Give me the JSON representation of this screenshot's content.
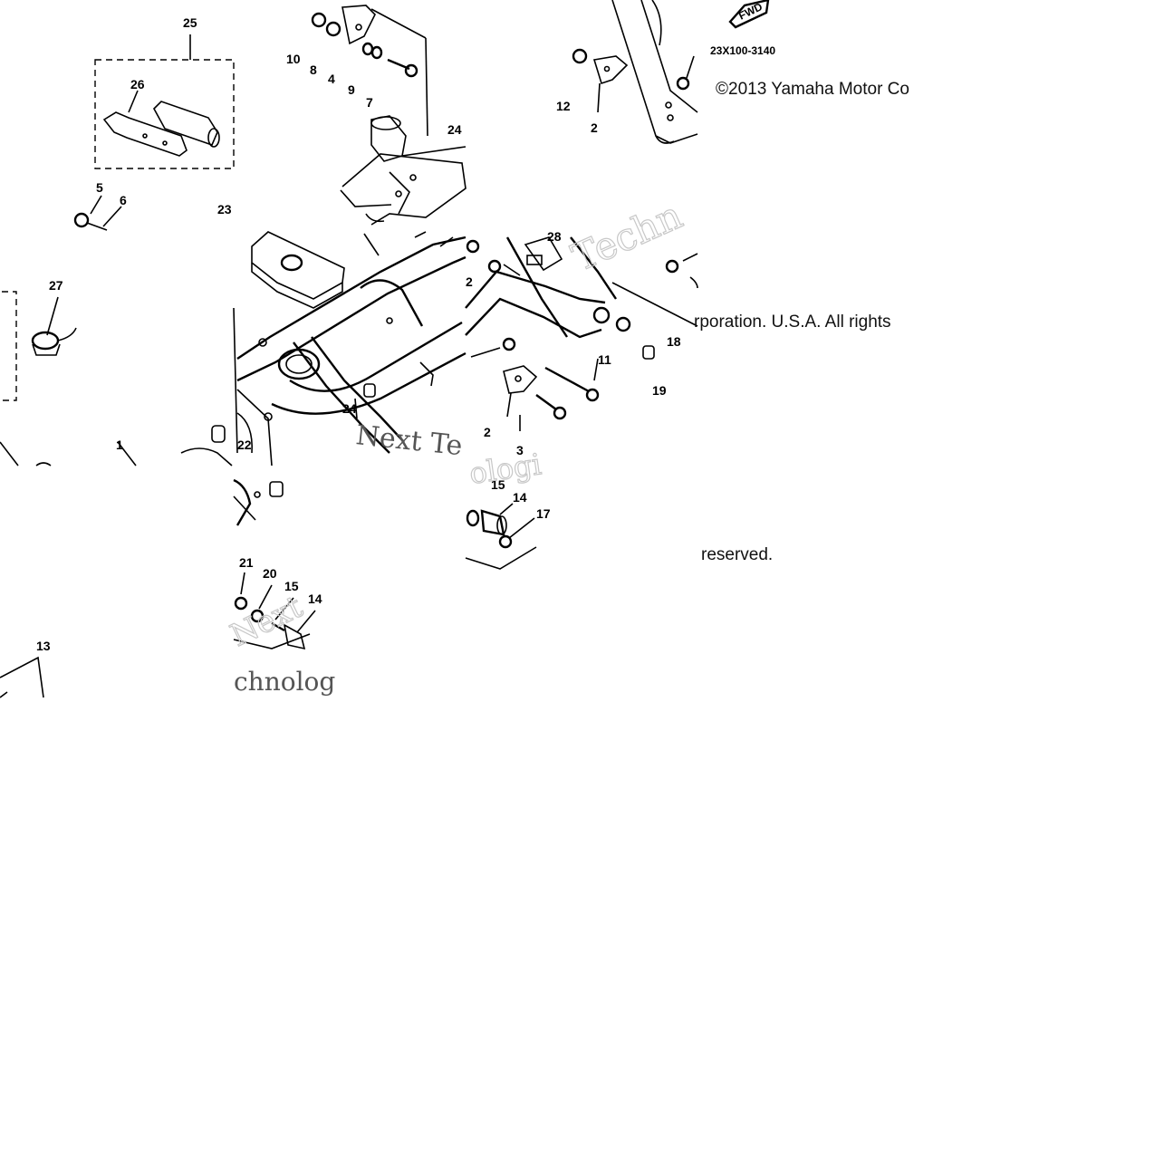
{
  "diagram": {
    "part_code": "23X100-3140",
    "fwd_label": "FWD",
    "callouts": [
      "25",
      "26",
      "5",
      "6",
      "23",
      "27",
      "10",
      "8",
      "4",
      "9",
      "7",
      "24",
      "12",
      "2",
      "22",
      "1",
      "13",
      "21",
      "20",
      "15",
      "14",
      "18",
      "19",
      "11",
      "3",
      "17",
      "28"
    ],
    "copyright": {
      "line1": "©2013 Yamaha Motor Co",
      "line2": "rporation. U.S.A. All rights",
      "line3": "reserved."
    },
    "watermarks": [
      "Next Te",
      "chnolog",
      "Next",
      "Techn",
      "ologi"
    ]
  }
}
